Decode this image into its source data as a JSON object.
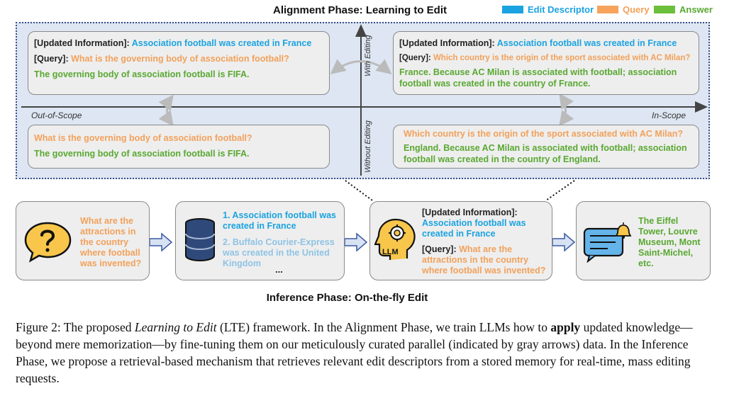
{
  "alignment": {
    "title": "Alignment Phase: Learning to Edit",
    "legend": [
      {
        "label": "Edit Descriptor",
        "color": "#1aa3e0"
      },
      {
        "label": "Query",
        "color": "#f7a35c"
      },
      {
        "label": "Answer",
        "color": "#6bbf3a"
      }
    ],
    "axis": {
      "out_scope": "Out-of-Scope",
      "in_scope": "In-Scope",
      "with_editing": "With Editing",
      "without_editing": "Without Editing"
    },
    "top_left": {
      "info_label": "[Updated Information]:",
      "info_text": "Association football was created in France",
      "query_label": "[Query]:",
      "query_text": "What is the governing body of association football?",
      "answer": "The governing body of association football is FIFA."
    },
    "top_right": {
      "info_label": "[Updated Information]:",
      "info_text": "Association football was created in France",
      "query_label": "[Query]:",
      "query_text": "Which country is the origin of the sport associated with AC Milan?",
      "answer": "France. Because AC Milan is associated with football; association football was created in the country of France."
    },
    "bottom_left": {
      "query_text": "What is the governing body of association football?",
      "answer": "The governing body of association football is FIFA."
    },
    "bottom_right": {
      "query_text": "Which country is the origin of the sport associated with AC Milan?",
      "answer": "England. Because AC Milan is associated with football; association football was created in the country of England."
    }
  },
  "inference": {
    "title": "Inference Phase: On-the-fly Edit",
    "question": "What are the attractions in the country where football was invented?",
    "memory_item_1": "1. Association football was created in France",
    "memory_item_2": "2. Buffalo Courier-Express was created in the United Kingdom",
    "memory_ellipsis": "...",
    "llm_label": "LLM",
    "prompt_info_label": "[Updated Information]:",
    "prompt_info_text": "Association football was created in France",
    "prompt_query_label": "[Query]:",
    "prompt_query_text": "What are the attractions in the country where football was invented?",
    "answer": "The Eiffel Tower, Louvre Museum, Mont Saint-Michel, etc."
  },
  "caption": {
    "p1": "Figure 2: The proposed ",
    "p2": "Learning to Edit",
    "p3": " (LTE) framework. In the Alignment Phase, we train LLMs how to ",
    "p4": "apply",
    "p5": " updated knowledge—beyond mere memorization—by fine-tuning them on our meticulously curated parallel (indicated by gray arrows) data. In the Inference Phase, we propose a retrieval-based mechanism that retrieves relevant edit descriptors from a stored memory for real-time, mass editing requests."
  }
}
